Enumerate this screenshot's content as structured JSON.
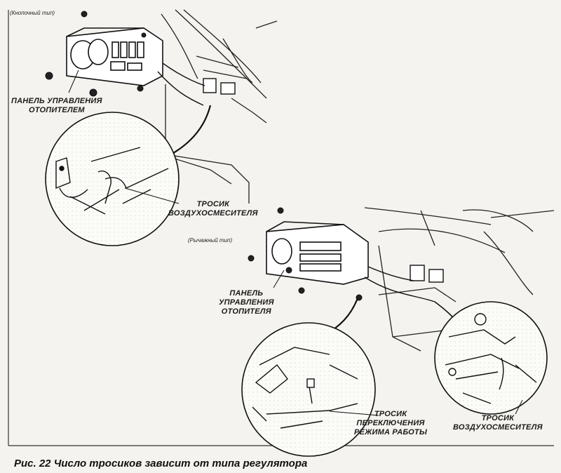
{
  "small_labels": {
    "button_type": "(Кнопочный тип)",
    "lever_type": "(Рычажный тип)"
  },
  "labels": {
    "panel_top": [
      "ПАНЕЛЬ УПРАВЛЕНИЯ",
      "ОТОПИТЕЛЕМ"
    ],
    "air_mix_top": [
      "ТРОСИК",
      "ВОЗДУХОСМЕСИТЕЛЯ"
    ],
    "panel_bottom": [
      "ПАНЕЛЬ",
      "УПРАВЛЕНИЯ",
      "ОТОПИТЕЛЯ"
    ],
    "mode_cable": [
      "ТРОСИК",
      "ПЕРЕКЛЮЧЕНИЯ",
      "РЕЖИМА РАБОТЫ"
    ],
    "air_mix_bottom": [
      "ТРОСИК",
      "ВОЗДУХОСМЕСИТЕЛЯ"
    ]
  },
  "caption": "Рис. 22 Число тросиков зависит от типа регулятора"
}
